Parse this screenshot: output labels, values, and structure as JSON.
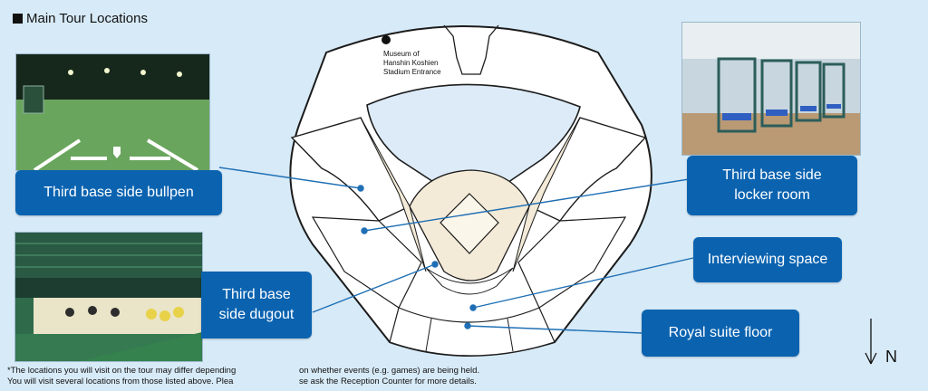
{
  "heading": "Main Tour Locations",
  "labels": {
    "bullpen": "Third base side bullpen",
    "locker_room_line1": "Third base side",
    "locker_room_line2": "locker room",
    "dugout_line1": "Third base",
    "dugout_line2": "side dugout",
    "interviewing": "Interviewing space",
    "royal_suite": "Royal suite floor"
  },
  "museum_entrance": [
    "Museum of",
    "Hanshin Koshien",
    "Stadium Entrance"
  ],
  "notes": {
    "line1_left": "*The locations you will visit on the tour may differ depending",
    "line1_right": "on whether events (e.g. games) are being held.",
    "line2_left": "You will visit several locations from those listed above. Plea",
    "line2_right": "se ask the Reception Counter for more details."
  },
  "compass": "N",
  "colors": {
    "label_blue": "#0b63b0",
    "line_blue": "#1f6fb5",
    "field": "#f3ead7"
  }
}
